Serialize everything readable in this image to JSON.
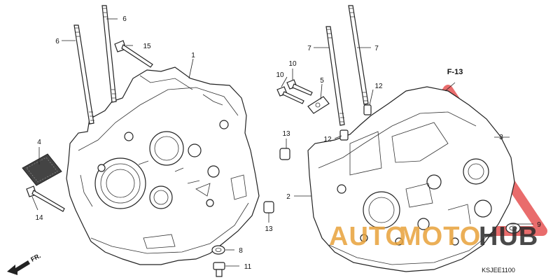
{
  "diagram": {
    "reference_code": "KSJEE1100",
    "front_label": "FR.",
    "section_ref": "F-13",
    "watermark": {
      "part1": "AUTO",
      "part2": "MOTO",
      "part3": "HUB",
      "color_primary": "#e8a23a",
      "color_secondary": "#2a2a2a",
      "triangle_color": "#e23b3b"
    },
    "callouts": [
      {
        "id": "c1",
        "label": "1"
      },
      {
        "id": "c2",
        "label": "2"
      },
      {
        "id": "c3",
        "label": "3"
      },
      {
        "id": "c4",
        "label": "4"
      },
      {
        "id": "c5",
        "label": "5"
      },
      {
        "id": "c6a",
        "label": "6"
      },
      {
        "id": "c6b",
        "label": "6"
      },
      {
        "id": "c7a",
        "label": "7"
      },
      {
        "id": "c7b",
        "label": "7"
      },
      {
        "id": "c8",
        "label": "8"
      },
      {
        "id": "c9",
        "label": "9"
      },
      {
        "id": "c10a",
        "label": "10"
      },
      {
        "id": "c10b",
        "label": "10"
      },
      {
        "id": "c11",
        "label": "11"
      },
      {
        "id": "c12a",
        "label": "12"
      },
      {
        "id": "c12b",
        "label": "12"
      },
      {
        "id": "c13a",
        "label": "13"
      },
      {
        "id": "c13b",
        "label": "13"
      },
      {
        "id": "c14",
        "label": "14"
      },
      {
        "id": "c15",
        "label": "15"
      }
    ]
  }
}
